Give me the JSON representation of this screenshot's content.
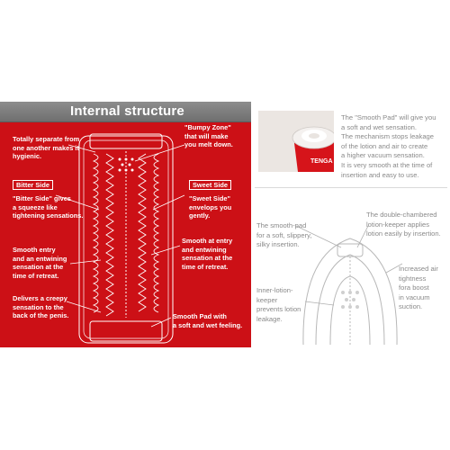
{
  "left_panel": {
    "title": "Internal structure",
    "labels": {
      "separate": "Totally separate from\none another makes it\nhygienic.",
      "bumpy": "\"Bumpy Zone\"\nthat will make\nyou melt down.",
      "bitter_tag": "Bitter Side",
      "bitter_desc": "\"Bitter Side\" gives\na squeeze like\ntightening sensations.",
      "sweet_tag": "Sweet Side",
      "sweet_desc": "\"Sweet Side\"\nenvelops you\ngently.",
      "smooth_entry_left": "Smooth entry\nand an entwining\nsensation at the\ntime of retreat.",
      "smooth_entry_right": "Smooth at entry\nand entwining\nsensation at the\ntime of retreat.",
      "creepy": "Delivers a creepy\nsensation to the\nback of the penis.",
      "smooth_pad": "Smooth Pad with\na soft and wet feeling."
    },
    "colors": {
      "background": "#cc1016",
      "title_bar": "#7a7a7a",
      "text": "#ffffff"
    }
  },
  "right_panel": {
    "top_text": "The \"Smooth Pad\" will give you\na soft and wet sensation.\nThe mechanism stops leakage\nof the lotion and air to create\na higher vacuum sensation.\nIt is very smooth at the time of\ninsertion and easy to use.",
    "smooth_pad_callout": "The smooth-pad\nfor a soft, slippery,\nsilky insertion.",
    "lotion_keeper_callout": "The double-chambered\nlotion-keeper applies\nlotion easily by insertion.",
    "inner_keeper_callout": "Inner-lotion-\nkeeper\nprevents lotion\nleakage.",
    "air_tightness_callout": "Increased air\ntightness\nfora boost\nin vacuum\nsuction.",
    "product_icon": "product-cup-photo",
    "colors": {
      "text": "#8a8a8a",
      "product_red": "#d6141a"
    }
  }
}
